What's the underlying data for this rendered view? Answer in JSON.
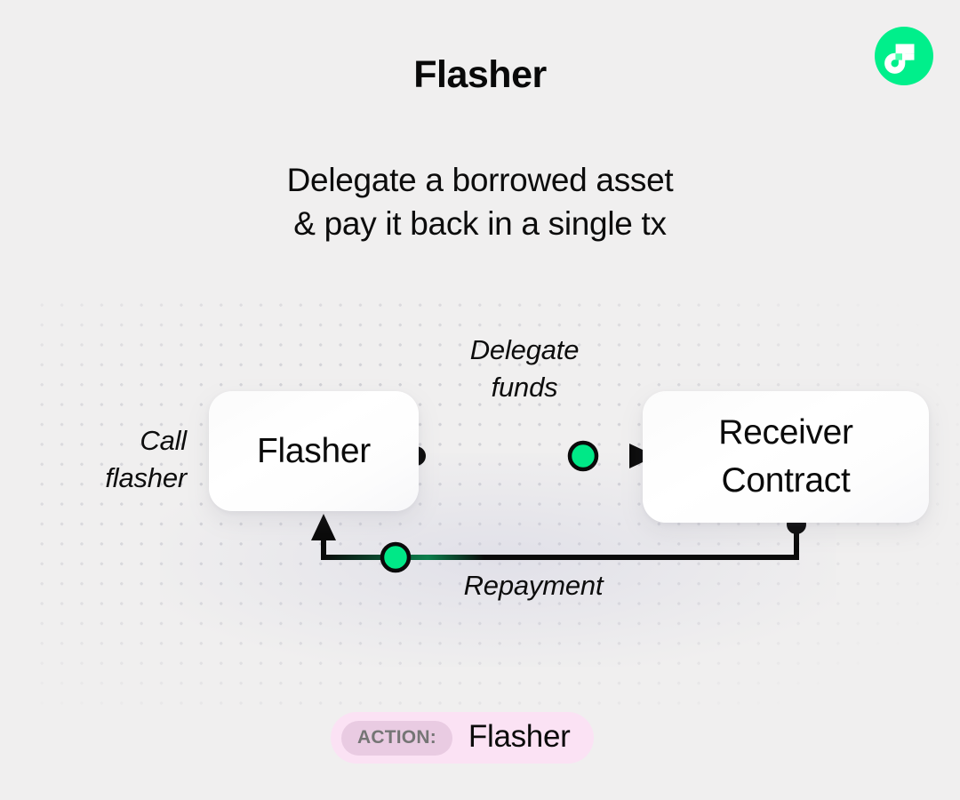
{
  "header": {
    "title": "Flasher",
    "subtitle_lines": [
      "Delegate a borrowed asset",
      "& pay it back in a single tx"
    ],
    "logo_name": "flow-logo-icon",
    "logo_color": "#00ef8b"
  },
  "diagram": {
    "nodes": [
      {
        "id": "flasher",
        "label_lines": [
          "Flasher"
        ]
      },
      {
        "id": "receiver",
        "label_lines": [
          "Receiver",
          "Contract"
        ]
      }
    ],
    "edges": [
      {
        "id": "call-flasher",
        "label_lines": [
          "Call",
          "flasher"
        ]
      },
      {
        "id": "delegate-funds",
        "label_lines": [
          "Delegate",
          "funds"
        ]
      },
      {
        "id": "repayment",
        "label_lines": [
          "Repayment"
        ]
      }
    ],
    "colors": {
      "token": "#00e887",
      "stroke": "#0a0a0a",
      "node_surface": "#ffffff",
      "grid_dot": "#cfcfd4"
    }
  },
  "footer": {
    "badge": {
      "chip_label": "ACTION:",
      "value": "Flasher",
      "background": "#fbe2f4",
      "chip_background": "#e9cbe2"
    }
  },
  "page": {
    "background": "#f0efef"
  }
}
